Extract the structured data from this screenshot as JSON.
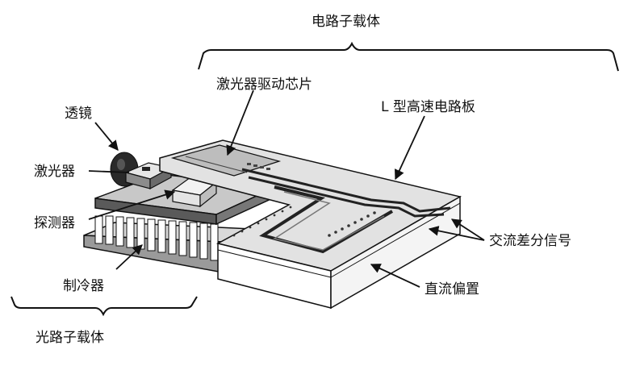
{
  "labels": {
    "electrical_carrier": "电路子载体",
    "optical_carrier": "光路子载体",
    "lens": "透镜",
    "laser": "激光器",
    "laser_driver_chip": "激光器驱动芯片",
    "l_board": "L 型高速电路板",
    "detector": "探测器",
    "cooler": "制冷器",
    "ac_signal": "交流差分信号",
    "dc_bias": "直流偏置"
  }
}
